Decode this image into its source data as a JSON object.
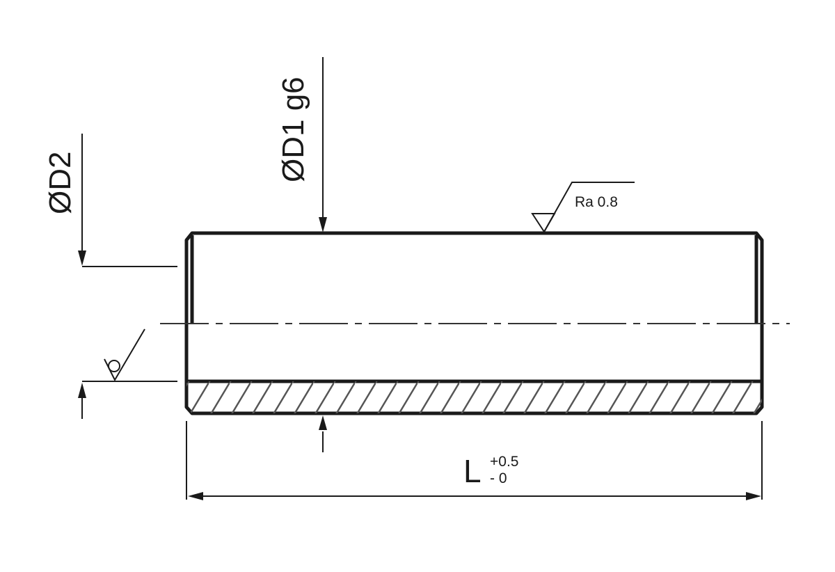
{
  "drawing": {
    "d1_label": "ØD1 g6",
    "d2_label": "ØD2",
    "length_label": "L",
    "length_tol_upper": "+0.5",
    "length_tol_lower": "- 0",
    "surface_roughness_label": "Ra 0.8",
    "line_color": "#1a1a1a",
    "hatch_color": "#555555"
  }
}
